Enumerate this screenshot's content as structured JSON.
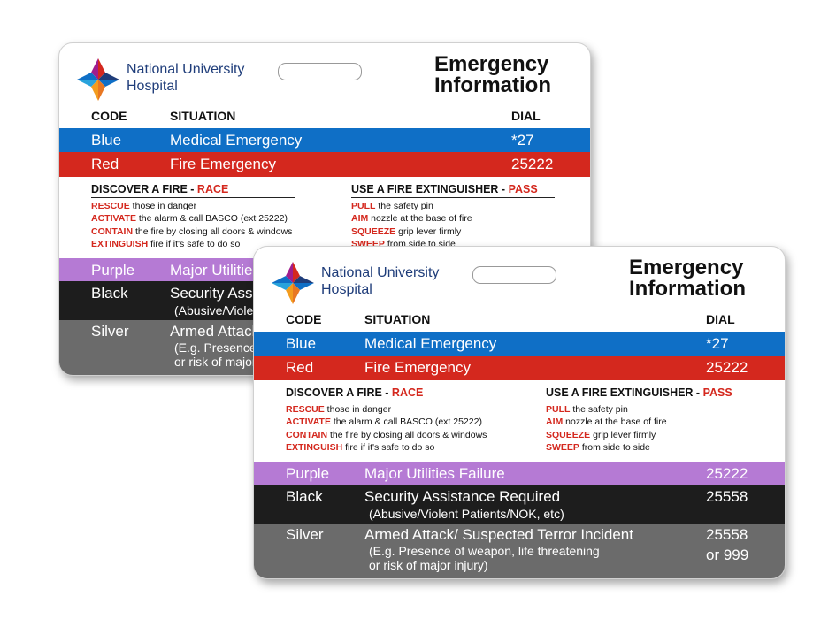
{
  "hospital_name_line1": "National University",
  "hospital_name_line2": "Hospital",
  "card_title_line1": "Emergency",
  "card_title_line2": "Information",
  "headers": {
    "code": "CODE",
    "situation": "SITUATION",
    "dial": "DIAL"
  },
  "codes": {
    "blue": {
      "code": "Blue",
      "situation": "Medical Emergency",
      "dial": "*27",
      "color": "#0f6fc6"
    },
    "red": {
      "code": "Red",
      "situation": "Fire Emergency",
      "dial": "25222",
      "color": "#d4281e"
    },
    "purple": {
      "code": "Purple",
      "situation": "Major Utilities Failure",
      "dial": "25222",
      "color": "#b57ad4"
    },
    "black": {
      "code": "Black",
      "situation": "Security Assistance Required",
      "note": "(Abusive/Violent Patients/NOK, etc)",
      "dial": "25558",
      "color": "#1d1d1d"
    },
    "silver": {
      "code": "Silver",
      "situation": "Armed Attack/ Suspected Terror Incident",
      "note1": "(E.g. Presence of weapon, life threatening",
      "note2": "or risk of major injury)",
      "dial1": "25558",
      "dial2": "or 999",
      "color": "#6b6b6b"
    }
  },
  "race": {
    "heading": "DISCOVER A FIRE - ",
    "acronym": "RACE",
    "steps": [
      {
        "key": "RESCUE",
        "text": " those in danger"
      },
      {
        "key": "ACTIVATE",
        "text": " the alarm & call BASCO  (ext 25222)"
      },
      {
        "key": "CONTAIN",
        "text": " the fire by closing all doors & windows"
      },
      {
        "key": "EXTINGUISH",
        "text": " fire if it's safe to do so"
      }
    ]
  },
  "pass": {
    "heading": "USE A FIRE EXTINGUISHER - ",
    "acronym": "PASS",
    "steps": [
      {
        "key": "PULL",
        "text": " the safety pin"
      },
      {
        "key": "AIM",
        "text": " nozzle at the base of fire"
      },
      {
        "key": "SQUEEZE",
        "text": " grip lever firmly"
      },
      {
        "key": "SWEEP",
        "text": " from side to side"
      }
    ]
  },
  "logo_icon": "hospital-pinwheel-logo"
}
